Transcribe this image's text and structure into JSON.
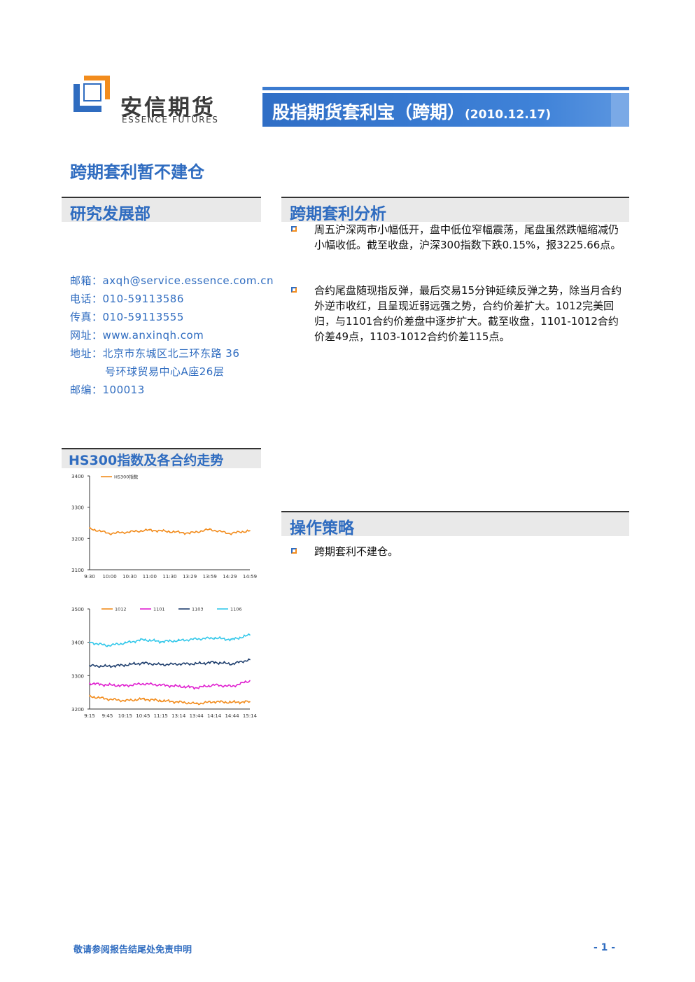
{
  "brand": {
    "name_cn": "安信期货",
    "name_en": "ESSENCE FUTURES",
    "colors": {
      "blue": "#2f6cc0",
      "orange": "#f28c1d"
    }
  },
  "header": {
    "title": "股指期货套利宝（跨期）",
    "date": "(2010.12.17)"
  },
  "headline": "跨期套利暂不建仓",
  "sections": {
    "research": "研究发展部",
    "analysis": "跨期套利分析",
    "strategy": "操作策略",
    "chart": "HS300指数及各合约走势"
  },
  "contact": {
    "email": "邮箱：axqh@service.essence.com.cn",
    "phone": "电话：010-59113586",
    "fax": "传真：010-59113555",
    "web": "网址：www.anxinqh.com",
    "address1": "地址：北京市东城区北三环东路 36",
    "address2": "号环球贸易中心A座26层",
    "postcode": "邮编：100013"
  },
  "analysis": [
    "周五沪深两市小幅低开，盘中低位窄幅震荡，尾盘虽然跌幅缩减仍小幅收低。截至收盘，沪深300指数下跌0.15%，报3225.66点。",
    "合约尾盘随现指反弹，最后交易15分钟延续反弹之势，除当月合约外逆市收红，且呈现近弱远强之势，合约价差扩大。1012完美回归，与1101合约价差盘中逐步扩大。截至收盘，1101-1012合约价差49点，1103-1012合约价差115点。"
  ],
  "strategy": [
    "跨期套利不建仓。"
  ],
  "footer": {
    "disclaimer": "敬请参阅报告结尾处免责申明",
    "page": "- 1 -"
  },
  "chart_data": [
    {
      "type": "line",
      "title": "",
      "x": [
        "9:30",
        "10:00",
        "10:30",
        "11:00",
        "11:30",
        "13:29",
        "13:59",
        "14:29",
        "14:59"
      ],
      "ylim": [
        3100,
        3400
      ],
      "yticks": [
        3100,
        3200,
        3300,
        3400
      ],
      "legend": "top-left",
      "series": [
        {
          "name": "HS300指数",
          "color": "#f28c1d",
          "values": [
            3232,
            3216,
            3221,
            3227,
            3222,
            3217,
            3229,
            3216,
            3225
          ]
        }
      ]
    },
    {
      "type": "line",
      "title": "",
      "x": [
        "9:15",
        "9:45",
        "10:15",
        "10:45",
        "11:15",
        "13:14",
        "13:44",
        "14:14",
        "14:44",
        "15:14"
      ],
      "ylim": [
        3200,
        3500
      ],
      "yticks": [
        3200,
        3300,
        3400,
        3500
      ],
      "legend": "top",
      "series": [
        {
          "name": "1012",
          "color": "#f28c1d",
          "values": [
            3238,
            3230,
            3225,
            3230,
            3225,
            3221,
            3216,
            3222,
            3220,
            3222
          ]
        },
        {
          "name": "1101",
          "color": "#e020d0",
          "values": [
            3277,
            3272,
            3270,
            3276,
            3272,
            3268,
            3264,
            3272,
            3268,
            3285
          ]
        },
        {
          "name": "1103",
          "color": "#1f3f6e",
          "values": [
            3330,
            3328,
            3332,
            3338,
            3333,
            3335,
            3336,
            3340,
            3335,
            3348
          ]
        },
        {
          "name": "1106",
          "color": "#33c8ea",
          "values": [
            3400,
            3390,
            3398,
            3408,
            3402,
            3405,
            3410,
            3413,
            3408,
            3422
          ]
        }
      ]
    }
  ]
}
